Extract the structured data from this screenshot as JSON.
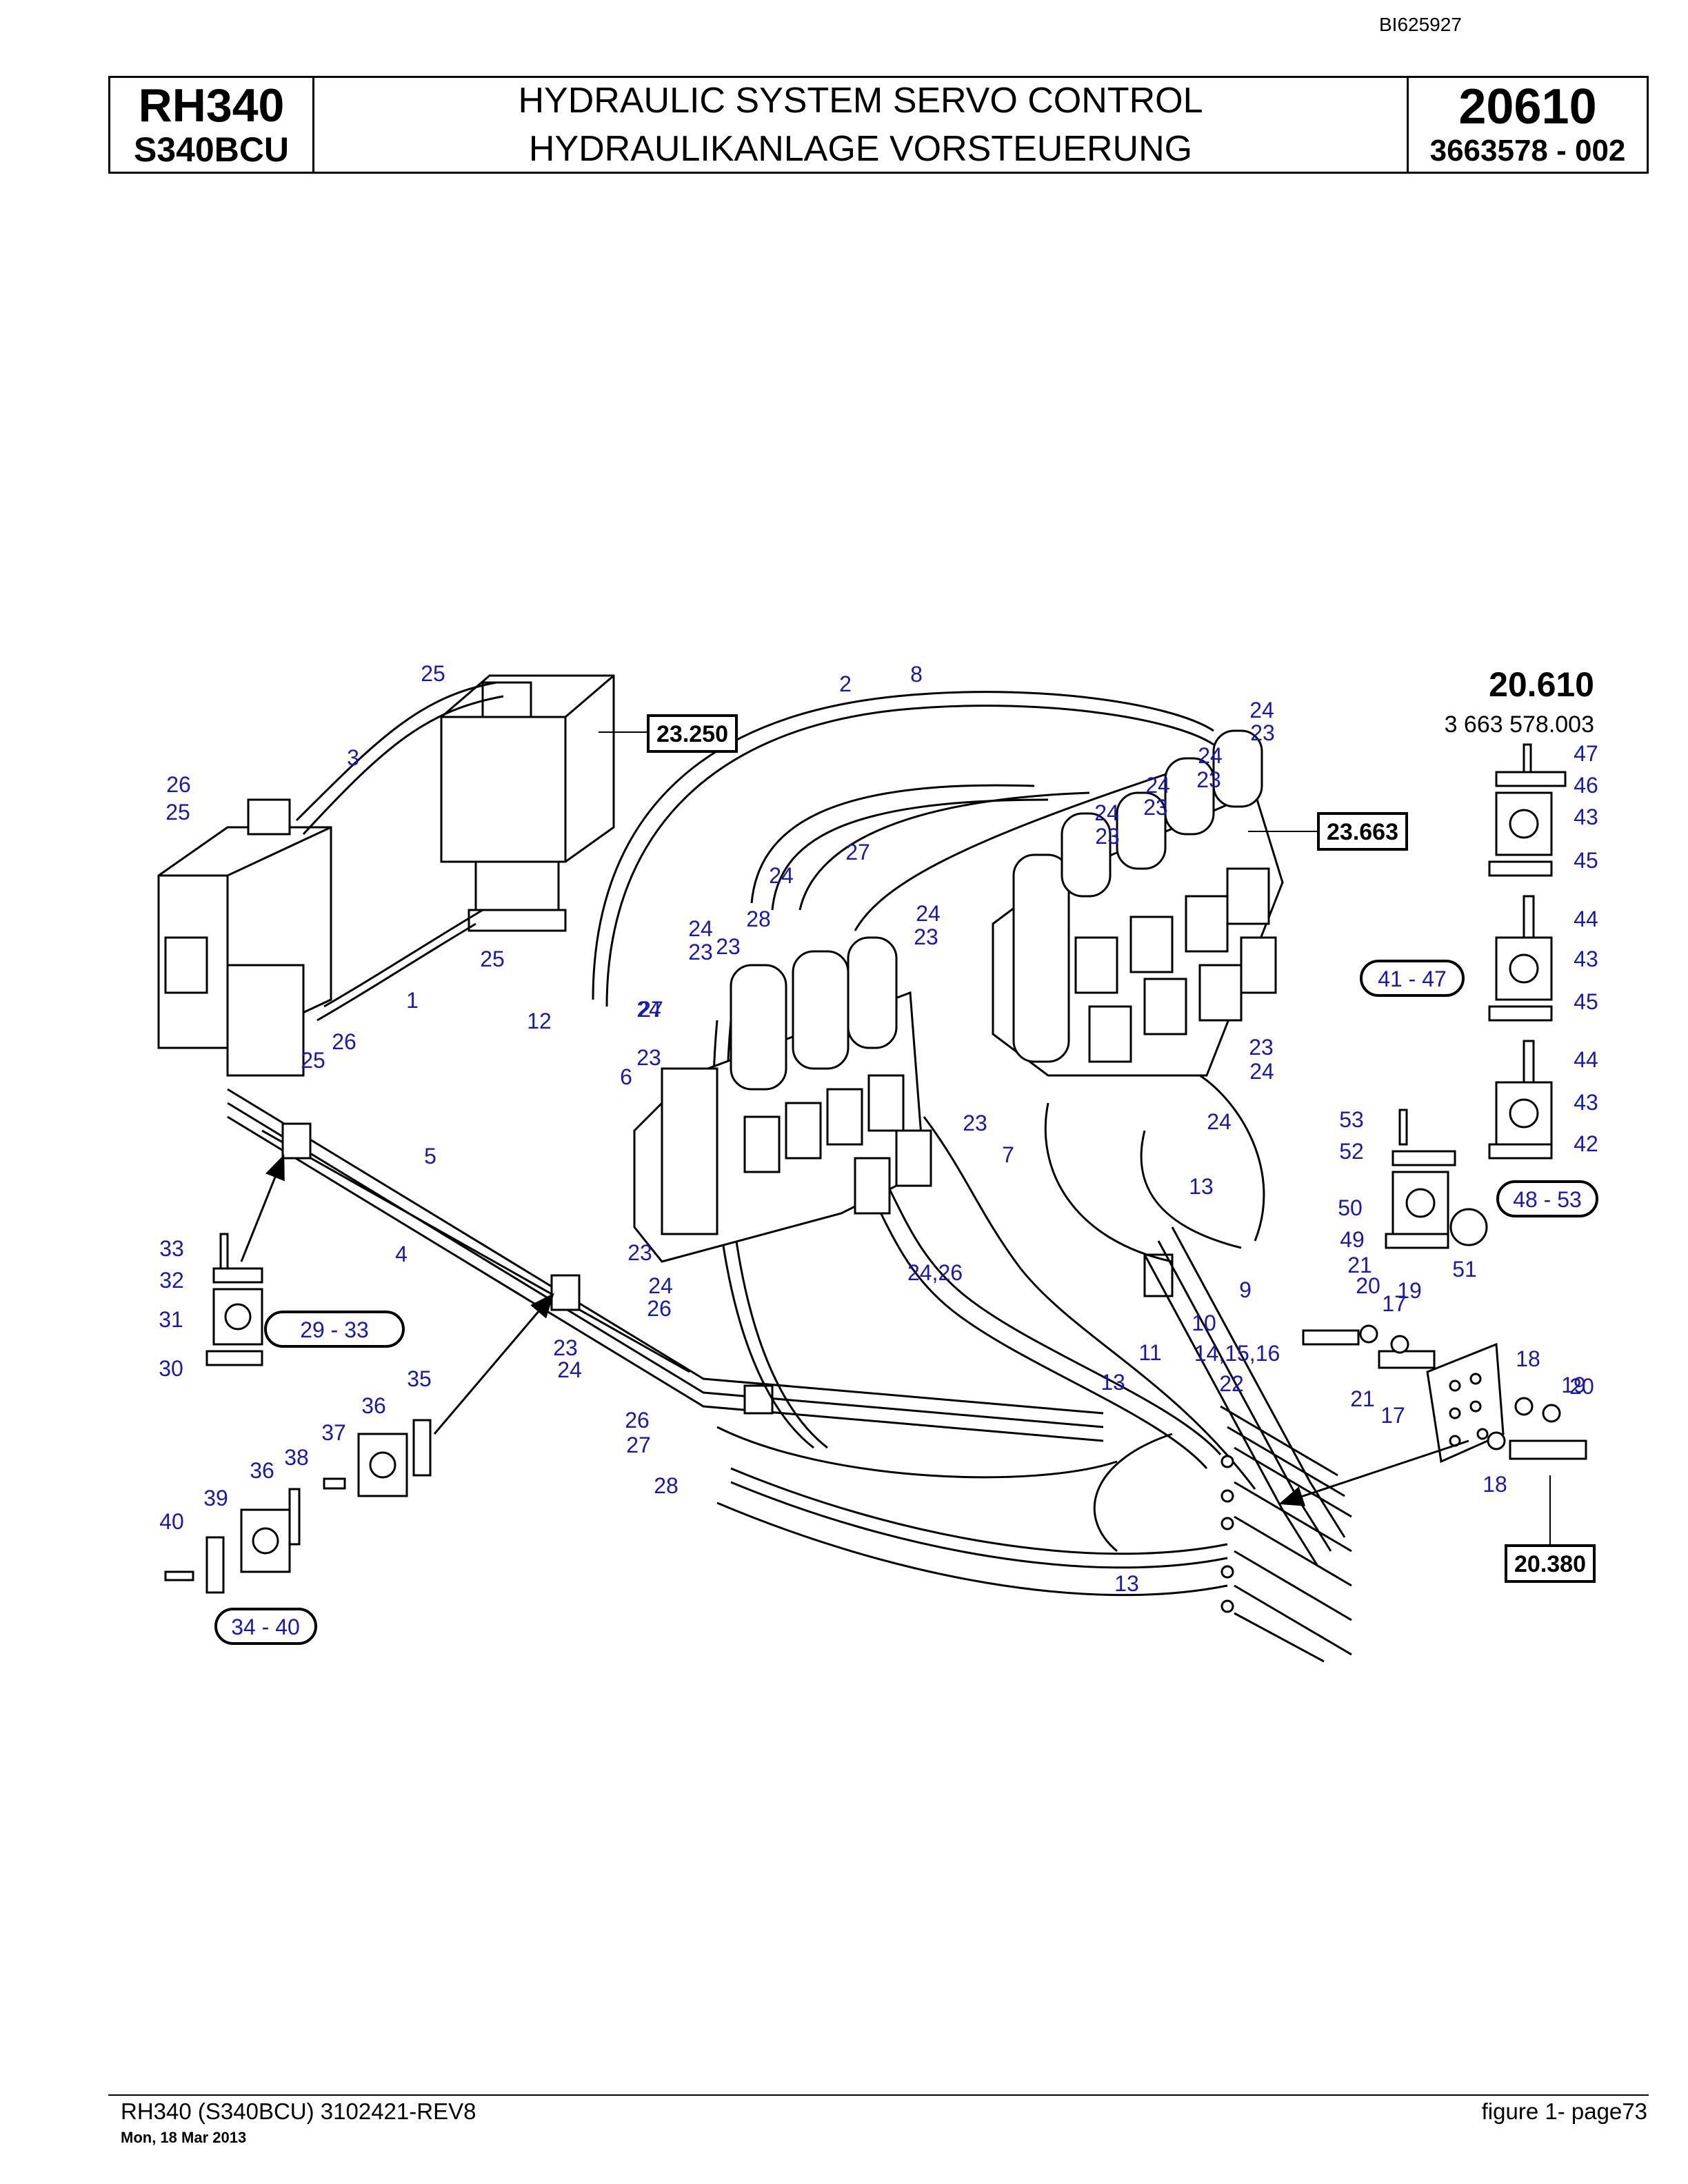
{
  "header": {
    "doc_id": "BI625927",
    "model": "RH340",
    "variant": "S340BCU",
    "title_en": "HYDRAULIC SYSTEM SERVO CONTROL",
    "title_de": "HYDRAULIKANLAGE VORSTEUERUNG",
    "group_no": "20610",
    "part_no": "3663578  - 002"
  },
  "figure": {
    "group_label": "20.610",
    "group_part_no": "3 663 578.003",
    "ref_boxes": [
      "23.250",
      "23.663",
      "20.380"
    ],
    "kit_labels": [
      "29 - 33",
      "34 - 40",
      "41 - 47",
      "48 - 53"
    ],
    "item_numbers": [
      "1",
      "2",
      "3",
      "4",
      "5",
      "6",
      "7",
      "8",
      "9",
      "10",
      "11",
      "12",
      "13",
      "13",
      "13",
      "14,15,16",
      "17",
      "17",
      "18",
      "18",
      "19",
      "19",
      "20",
      "20",
      "21",
      "21",
      "22",
      "23",
      "23",
      "23",
      "23",
      "23",
      "23",
      "23",
      "23",
      "23",
      "23",
      "23",
      "23",
      "24",
      "24",
      "24",
      "24",
      "24",
      "24",
      "24",
      "24",
      "24",
      "24",
      "24",
      "24",
      "24,26",
      "25",
      "25",
      "25",
      "25",
      "26",
      "26",
      "26",
      "26",
      "27",
      "27",
      "27",
      "28",
      "28",
      "30",
      "31",
      "32",
      "33",
      "35",
      "36",
      "36",
      "37",
      "38",
      "39",
      "40",
      "42",
      "43",
      "43",
      "43",
      "44",
      "44",
      "45",
      "45",
      "46",
      "47",
      "49",
      "50",
      "51",
      "52",
      "53"
    ]
  },
  "footer": {
    "doc_ref": "RH340 (S340BCU) 3102421-REV8",
    "date": "Mon, 18 Mar 2013",
    "page": "figure  1- page73"
  }
}
